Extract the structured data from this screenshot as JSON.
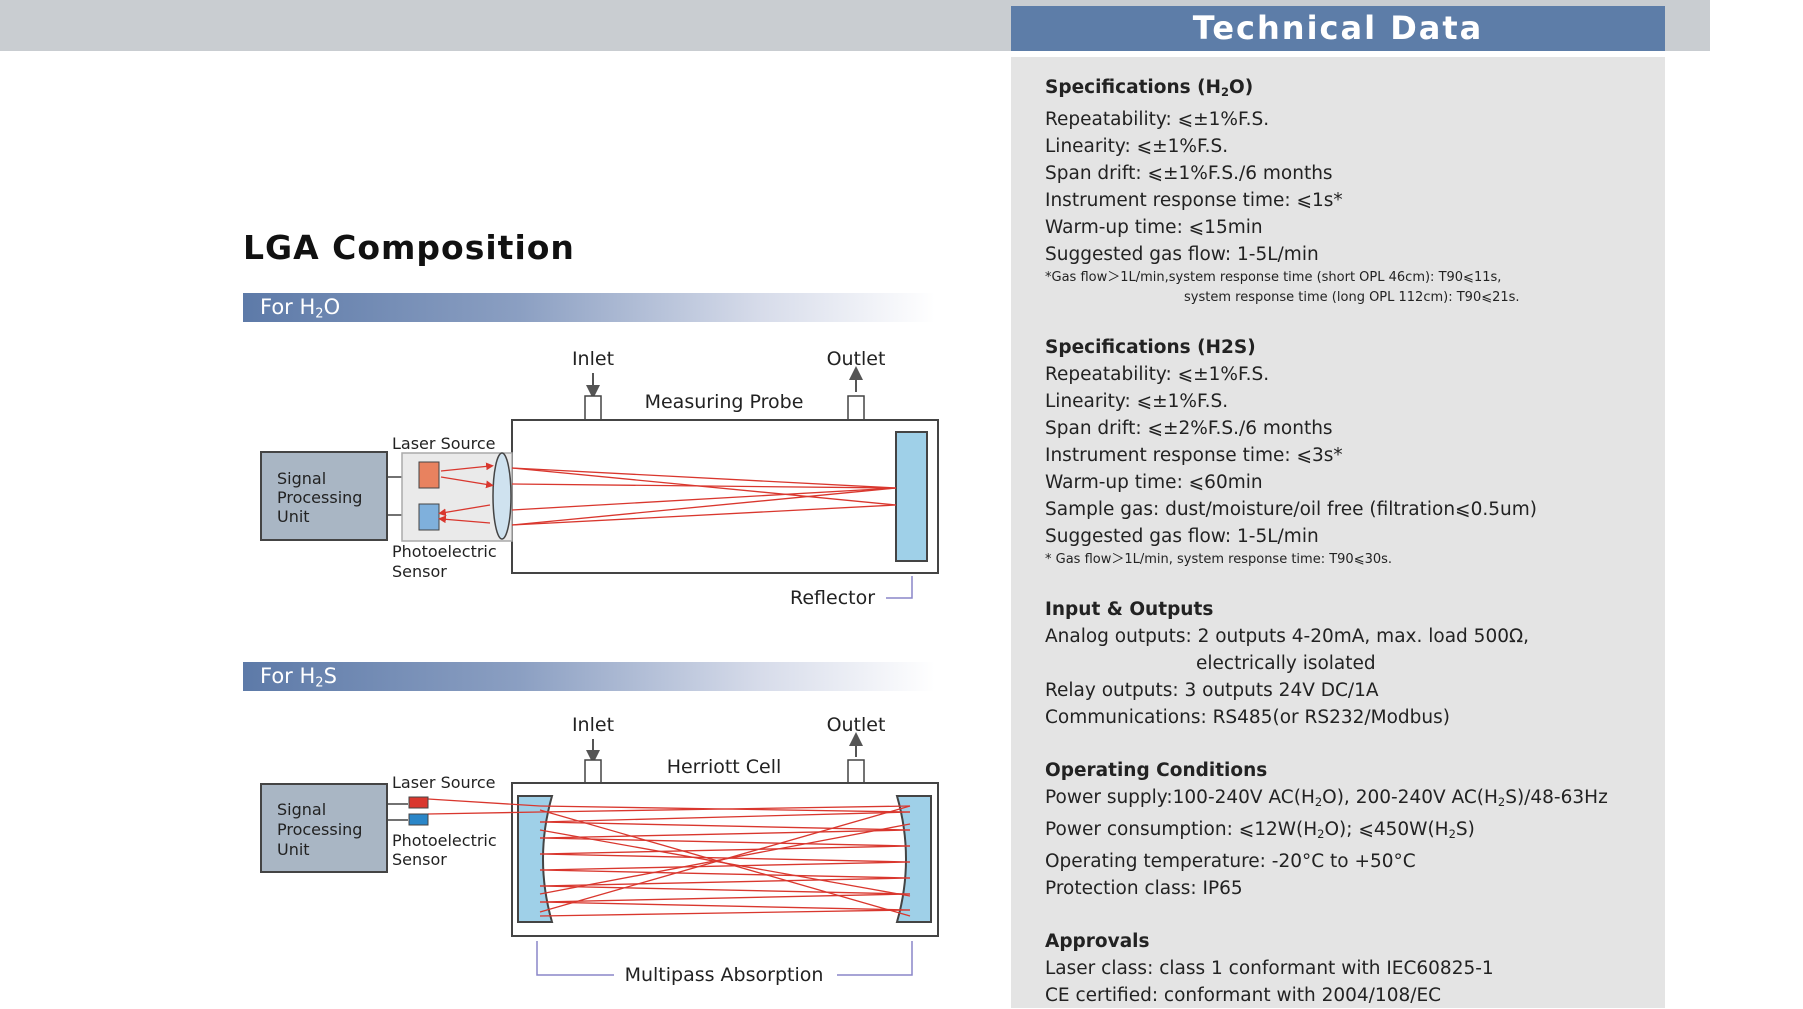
{
  "technical_data": {
    "title": "Technical Data",
    "spec_h2o": {
      "title_pre": "Specifications (H",
      "title_sub": "2",
      "title_post": "O)",
      "lines": [
        "Repeatability: ⩽±1%F.S.",
        "Linearity: ⩽±1%F.S.",
        "Span drift: ⩽±1%F.S./6 months",
        "Instrument response time: ⩽1s*",
        "Warm-up time: ⩽15min",
        "Suggested gas flow: 1-5L/min"
      ],
      "note1": "*Gas flow＞1L/min,system response time (short  OPL 46cm): T90⩽11s,",
      "note2": "system response time (long OPL 112cm): T90⩽21s."
    },
    "spec_h2s": {
      "title": "Specifications (H2S)",
      "lines": [
        "Repeatability: ⩽±1%F.S.",
        "Linearity: ⩽±1%F.S.",
        "Span drift: ⩽±2%F.S./6 months",
        "Instrument response time: ⩽3s*",
        "Warm-up time: ⩽60min",
        "Sample gas: dust/moisture/oil free (filtration⩽0.5um)",
        "Suggested gas flow: 1-5L/min"
      ],
      "note": "* Gas flow＞1L/min, system response time: T90⩽30s."
    },
    "io": {
      "title": "Input & Outputs",
      "analog1": "Analog outputs: 2 outputs 4-20mA, max. load 500Ω,",
      "analog2": "electrically  isolated",
      "relay": "Relay outputs: 3 outputs 24V DC/1A",
      "comm": "Communications: RS485(or RS232/Modbus)"
    },
    "operating": {
      "title": "Operating Conditions",
      "ps_a": "Power supply:100-240V  AC(H",
      "ps_b": "O), 200-240V AC(H",
      "ps_c": "S)/48-63Hz",
      "pc_a": "Power consumption: ⩽12W(H",
      "pc_b": "O); ⩽450W(H",
      "pc_c": "S)",
      "sub": "2",
      "temp": "Operating temperature: -20°C to +50°C",
      "protection": "Protection class: IP65"
    },
    "approvals": {
      "title": "Approvals",
      "laser": "Laser class: class 1 conformant with IEC60825-1",
      "ce": "CE certified: conformant with 2004/108/EC"
    }
  },
  "composition": {
    "title": "LGA Composition",
    "bar_h2o_pre": "For H",
    "bar_h2o_sub": "2",
    "bar_h2o_post": "O",
    "bar_h2s_pre": "For H",
    "bar_h2s_sub": "2",
    "bar_h2s_post": "S",
    "h2o": {
      "inlet": "Inlet",
      "outlet": "Outlet",
      "probe": "Measuring Probe",
      "laser_source": "Laser Source",
      "spu1": "Signal",
      "spu2": "Processing",
      "spu3": "Unit",
      "photo1": "Photoelectric",
      "photo2": "Sensor",
      "reflector": "Reflector"
    },
    "h2s": {
      "inlet": "Inlet",
      "outlet": "Outlet",
      "cell": "Herriott Cell",
      "laser_source": "Laser Source",
      "spu1": "Signal",
      "spu2": "Processing",
      "spu3": "Unit",
      "photo1": "Photoelectric",
      "photo2": "Sensor",
      "multipass": "Multipass Absorption"
    },
    "colors": {
      "box_fill": "#a9b6c4",
      "mirror_fill": "#9fd0e8",
      "beam": "#d9372e",
      "laser_orange": "#e8825f",
      "sensor_blue": "#7fb0dc",
      "outline": "#444444"
    }
  }
}
